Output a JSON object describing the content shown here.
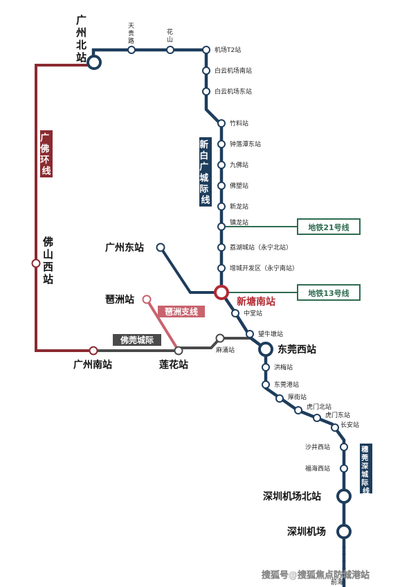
{
  "colors": {
    "main_line": "#1e3d5c",
    "guangfo_ring": "#8b2a30",
    "pizhou_branch": "#c9636e",
    "foguan": "#4a4a4a",
    "label_box_green": "#2e6b4f",
    "station_fill": "#ffffff",
    "xintang_ring": "#b22a34"
  },
  "icons": {
    "station_small": "hollow-circle",
    "station_large": "thick-hollow-circle",
    "metro_connector": "framed-line-label"
  },
  "stations": {
    "guangzhou_bei": [
      "广",
      "州",
      "北",
      "站"
    ],
    "tianguilu": [
      "天",
      "贵",
      "路"
    ],
    "huashan": [
      "花",
      "山"
    ],
    "airport_t2": "机场T2站",
    "baiyun_airport_south": "白云机场南站",
    "baiyun_airport_east": "白云机场东站",
    "zhuliao": "竹料站",
    "zhongluotan_east": "钟落潭东站",
    "jiufo": "九佛站",
    "fosu": "佛塑站",
    "xinlong": "新龙站",
    "zhenlong": "镇龙站",
    "lihucheng": "荔湖城站（永宁北站）",
    "zengcheng_kaifaqu": "增城开发区（永宁南站）",
    "xintang_nan": "新塘南站",
    "zhongtang": "中堂站",
    "wangniudun": "望牛墩站",
    "dongguan_xi": "东莞西站",
    "hongmei": "洪梅站",
    "dongguangang": "东莞港站",
    "houjie": "厚街站",
    "humen_bei": "虎门北站",
    "humen_dong": "虎门东站",
    "changan": "长安站",
    "shajing_xi": "沙井西站",
    "fuhai_xi": "福海西站",
    "shenzhen_airport_bei": "深圳机场北站",
    "shenzhen_airport": "深圳机场",
    "qianhai": "前海",
    "guangzhou_dong": "广州东站",
    "pizhou": "琶洲站",
    "foshan_xi": [
      "佛",
      "山",
      "西",
      "站"
    ],
    "guangzhou_nan": "广州南站",
    "lianhua": "莲花站",
    "mayong": "麻涌站"
  },
  "lines": {
    "xinbai_guangcheng": [
      "新",
      "白",
      "广",
      "城",
      "际",
      "线"
    ],
    "guangfo_ring": [
      "广",
      "佛",
      "环",
      "线"
    ],
    "pizhou_branch": "琶洲支线",
    "foguan": "佛莞城际",
    "suiguanshen": [
      "穗",
      "莞",
      "深",
      "城",
      "际",
      "线"
    ]
  },
  "metro": {
    "line21": "地铁21号线",
    "line13": "地铁13号线"
  },
  "watermark": "搜狐号@搜狐焦点防城港站"
}
